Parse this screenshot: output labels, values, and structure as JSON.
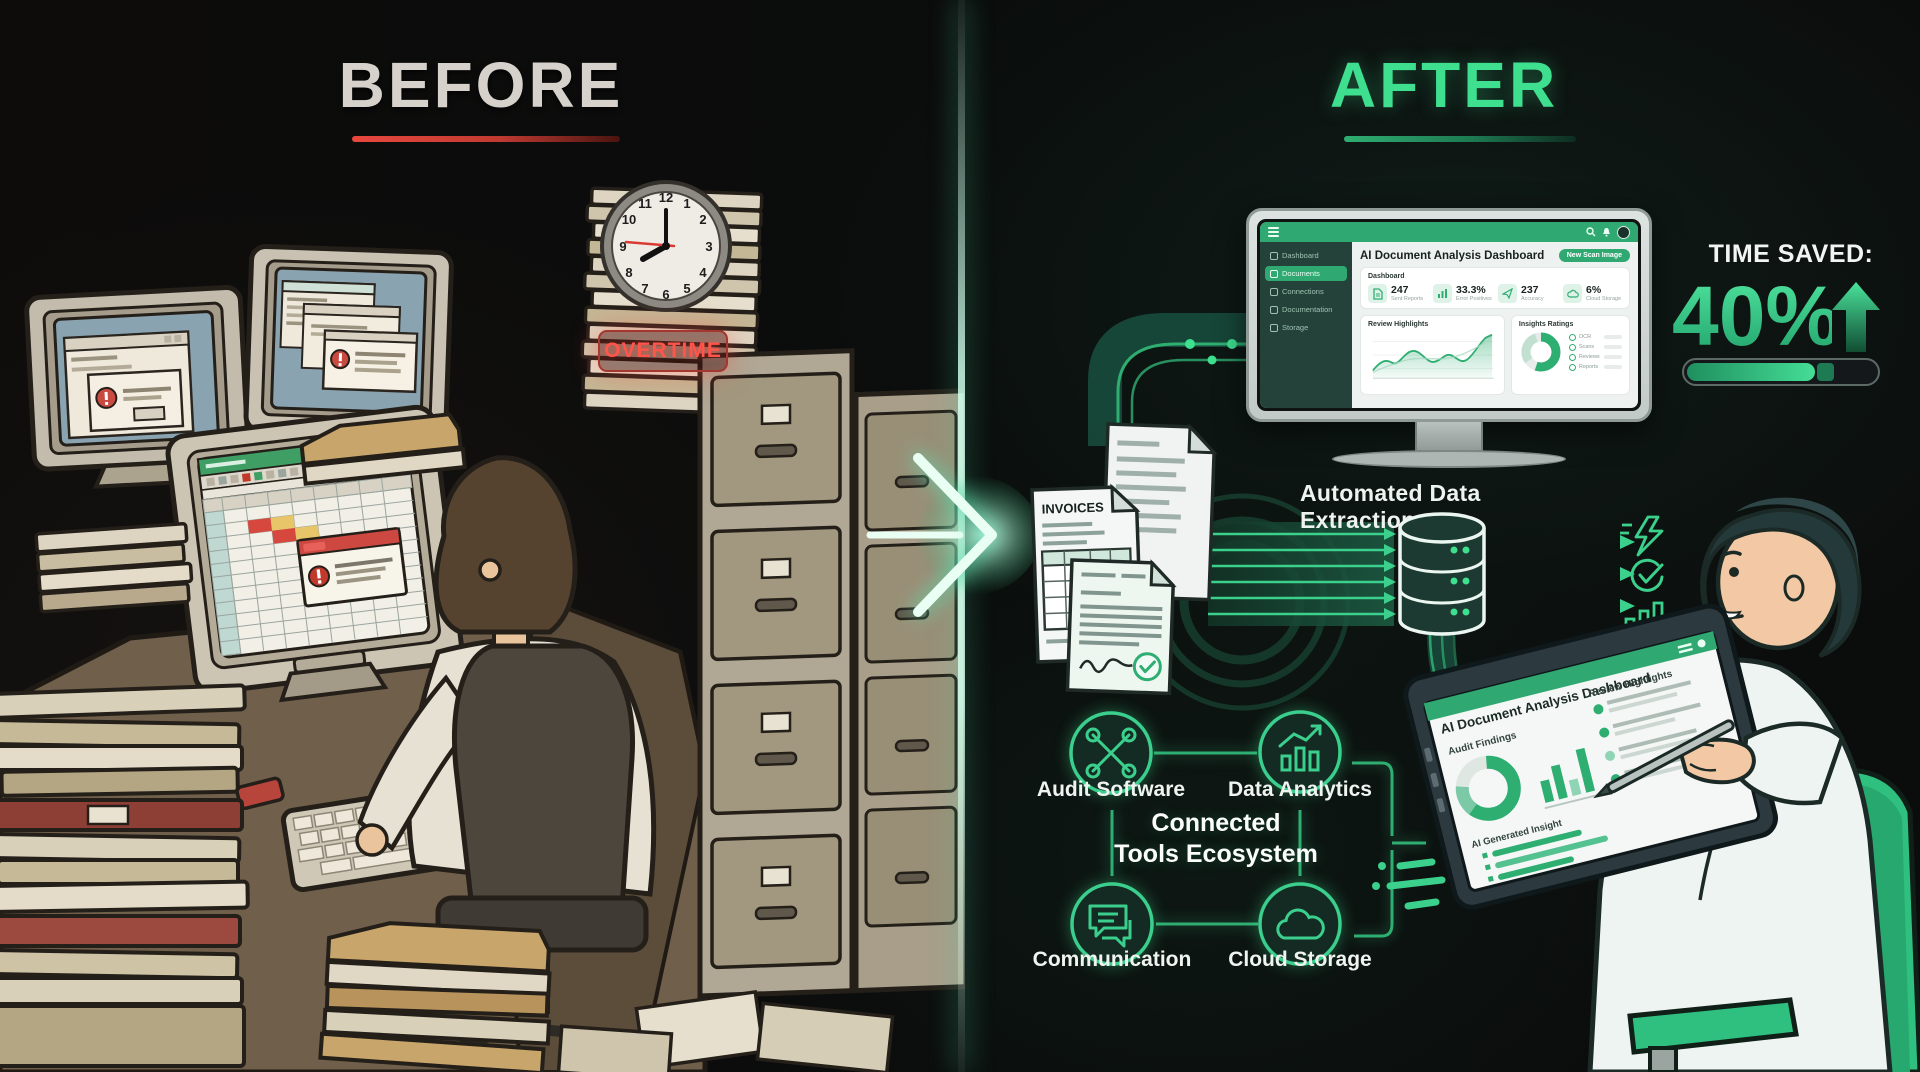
{
  "before": {
    "title": "BEFORE",
    "overtime": "OVERTIME",
    "clock_numbers": [
      "12",
      "1",
      "2",
      "3",
      "4",
      "5",
      "6",
      "7",
      "8",
      "9",
      "10",
      "11"
    ]
  },
  "after": {
    "title": "AFTER",
    "time_saved_label": "TIME SAVED:",
    "time_saved_value": "40%",
    "progress_pct": 70,
    "extraction_label": "Automated Data Extraction",
    "invoice_label": "INVOICES"
  },
  "dashboard": {
    "title": "AI Document Analysis Dashboard",
    "button": "New Scan Image",
    "section_label": "Dashboard",
    "sidebar": [
      {
        "label": "Dashboard"
      },
      {
        "label": "Documents"
      },
      {
        "label": "Connections"
      },
      {
        "label": "Documentation"
      },
      {
        "label": "Storage"
      }
    ],
    "stats": [
      {
        "value": "247",
        "label": "Sent Reports"
      },
      {
        "value": "33.3%",
        "label": "Error Positives"
      },
      {
        "value": "237",
        "label": "Accuracy"
      },
      {
        "value": "6%",
        "label": "Cloud Storage"
      }
    ],
    "cards": {
      "left_title": "Review Highlights",
      "right_title": "Insights Ratings",
      "legend": [
        {
          "label": "OCR"
        },
        {
          "label": "Scans"
        },
        {
          "label": "Reviews"
        },
        {
          "label": "Reports"
        }
      ]
    }
  },
  "tools": {
    "center_line1": "Connected",
    "center_line2": "Tools Ecosystem",
    "items": [
      {
        "label": "Audit Software"
      },
      {
        "label": "Data Analytics"
      },
      {
        "label": "Communication"
      },
      {
        "label": "Cloud Storage"
      }
    ]
  },
  "tablet": {
    "header": "AI Document Analysis Dashboard",
    "left_section": "Audit Findings",
    "right_section": "Review Highlights",
    "bottom_section": "AI Generated Insight"
  }
}
